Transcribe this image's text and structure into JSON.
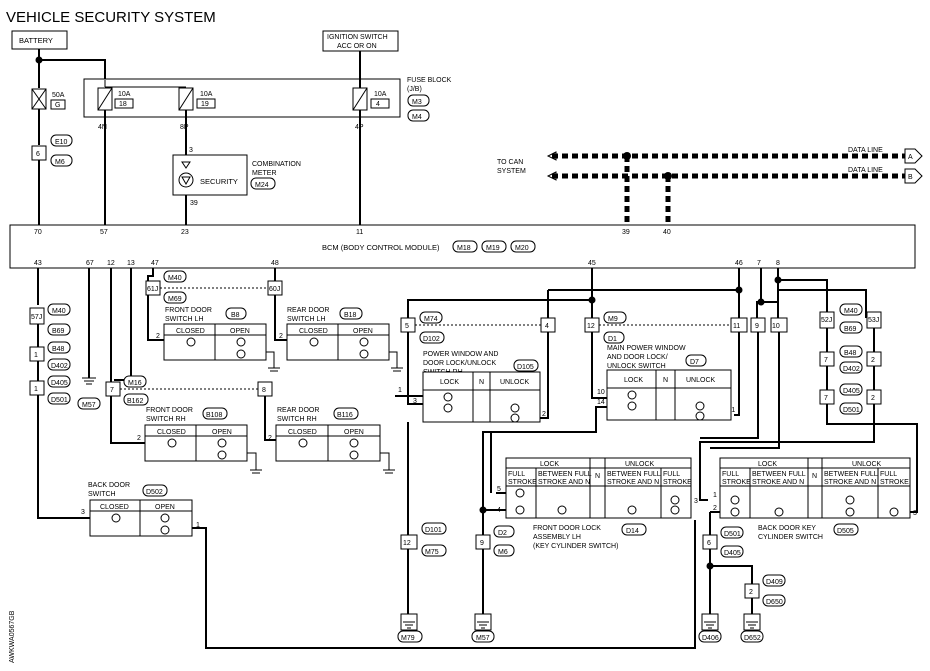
{
  "title": "VEHICLE SECURITY SYSTEM",
  "battery": "BATTERY",
  "ignition": [
    "IGNITION SWITCH",
    "ACC OR ON"
  ],
  "fuse_50a": [
    "50A",
    "G"
  ],
  "fuse_18": [
    "10A",
    "18"
  ],
  "fuse_19": [
    "10A",
    "19"
  ],
  "fuse_4": [
    "10A",
    "4"
  ],
  "fuse_block": [
    "FUSE BLOCK",
    "(J/B)"
  ],
  "fuse_block_conn": [
    "M3",
    "M4"
  ],
  "fuse_pins": [
    "4N",
    "8P",
    "4P"
  ],
  "e10": "E10",
  "e10_pin": "6",
  "m6_top": "M6",
  "combo_meter": [
    "COMBINATION",
    "METER"
  ],
  "combo_conn": "M24",
  "security": "SECURITY",
  "combo_pins": [
    "3",
    "39"
  ],
  "can_label": [
    "TO CAN",
    "SYSTEM"
  ],
  "data_line": "DATA LINE",
  "can_ends": [
    "A",
    "B"
  ],
  "bcm_label": "BCM (BODY CONTROL MODULE)",
  "bcm_conn": [
    "M18",
    "M19",
    "M20"
  ],
  "bcm_top_pins": [
    "70",
    "57",
    "23",
    "11",
    "39",
    "40"
  ],
  "bcm_bottom_pins": [
    "43",
    "67",
    "12",
    "13",
    "47",
    "48",
    "45",
    "46",
    "7",
    "8"
  ],
  "col_headers": {
    "closed": "CLOSED",
    "open": "OPEN",
    "lock": "LOCK",
    "unlock": "UNLOCK",
    "n": "N",
    "full_stroke": [
      "FULL",
      "STROKE"
    ],
    "between": [
      "BETWEEN FULL",
      "STROKE AND N"
    ]
  },
  "fd_lh": {
    "name": [
      "FRONT DOOR",
      "SWITCH LH"
    ],
    "conn": "B8"
  },
  "rd_lh": {
    "name": [
      "REAR DOOR",
      "SWITCH LH"
    ],
    "conn": "B18"
  },
  "fd_rh": {
    "name": [
      "FRONT DOOR",
      "SWITCH RH"
    ],
    "conn": "B108"
  },
  "rd_rh": {
    "name": [
      "REAR DOOR",
      "SWITCH RH"
    ],
    "conn": "B116"
  },
  "back_door_sw": {
    "name": [
      "BACK DOOR",
      "SWITCH"
    ],
    "conn": "D502"
  },
  "pw_rh": {
    "name": [
      "POWER WINDOW AND",
      "DOOR LOCK/UNLOCK",
      "SWITCH RH"
    ],
    "conn": "D105"
  },
  "main_pw": {
    "name": [
      "MAIN POWER WINDOW",
      "AND DOOR LOCK/",
      "UNLOCK SWITCH"
    ],
    "conn": "D7"
  },
  "fd_lock": {
    "name": [
      "FRONT DOOR LOCK",
      "ASSEMBLY LH",
      "(KEY CYLINDER SWITCH)"
    ],
    "conn": "D14"
  },
  "bd_key": {
    "name": [
      "BACK DOOR KEY",
      "CYLINDER SWITCH"
    ],
    "conn": "D505"
  },
  "connectors": {
    "m40": "M40",
    "m69": "M69",
    "b69": "B69",
    "b48": "B48",
    "d402": "D402",
    "d405": "D405",
    "d501": "D501",
    "m57": "M57",
    "m16": "M16",
    "b162": "B162",
    "m74": "M74",
    "d102": "D102",
    "m9": "M9",
    "d1": "D1",
    "d101": "D101",
    "m75": "M75",
    "d2": "D2",
    "m6": "M6",
    "m79": "M79",
    "d406": "D406",
    "d652": "D652",
    "d409": "D409",
    "d650": "D650"
  },
  "pins": {
    "p57j": "57J",
    "p1": "1",
    "p2": "2",
    "p3": "3",
    "p4": "4",
    "p5": "5",
    "p6": "6",
    "p7": "7",
    "p8": "8",
    "p9": "9",
    "p10": "10",
    "p11": "11",
    "p12": "12",
    "p14": "14",
    "p61j": "61J",
    "p60j": "60J",
    "p52j": "52J",
    "p53j": "53J"
  },
  "side_code": "AWKWA0567GB"
}
